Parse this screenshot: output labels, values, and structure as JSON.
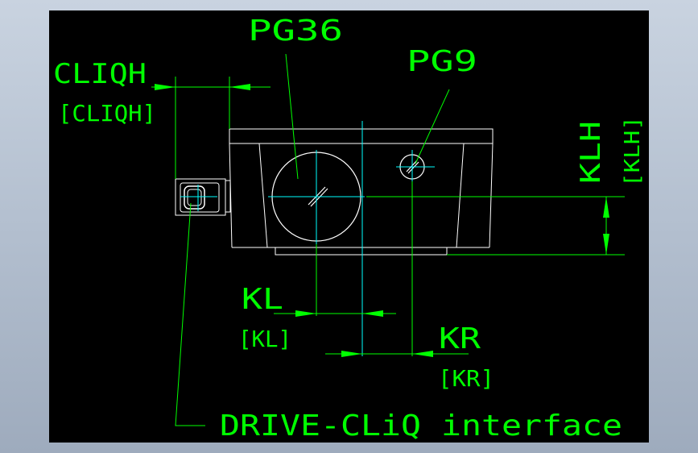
{
  "colors": {
    "viewport_background": "#000000",
    "outline": "#ffffff",
    "dimension": "#00ff00",
    "centerline": "#00ffff"
  },
  "labels": {
    "pg36": "PG36",
    "pg9": "PG9",
    "cliqh": "CLIQH",
    "cliqh_bracket": "[CLIQH]",
    "klh": "KLH",
    "klh_bracket": "[KLH]",
    "kl": "KL",
    "kl_bracket": "[KL]",
    "kr": "KR",
    "kr_bracket": "[KR]",
    "drive_cliq": "DRIVE-CLiQ interface"
  }
}
